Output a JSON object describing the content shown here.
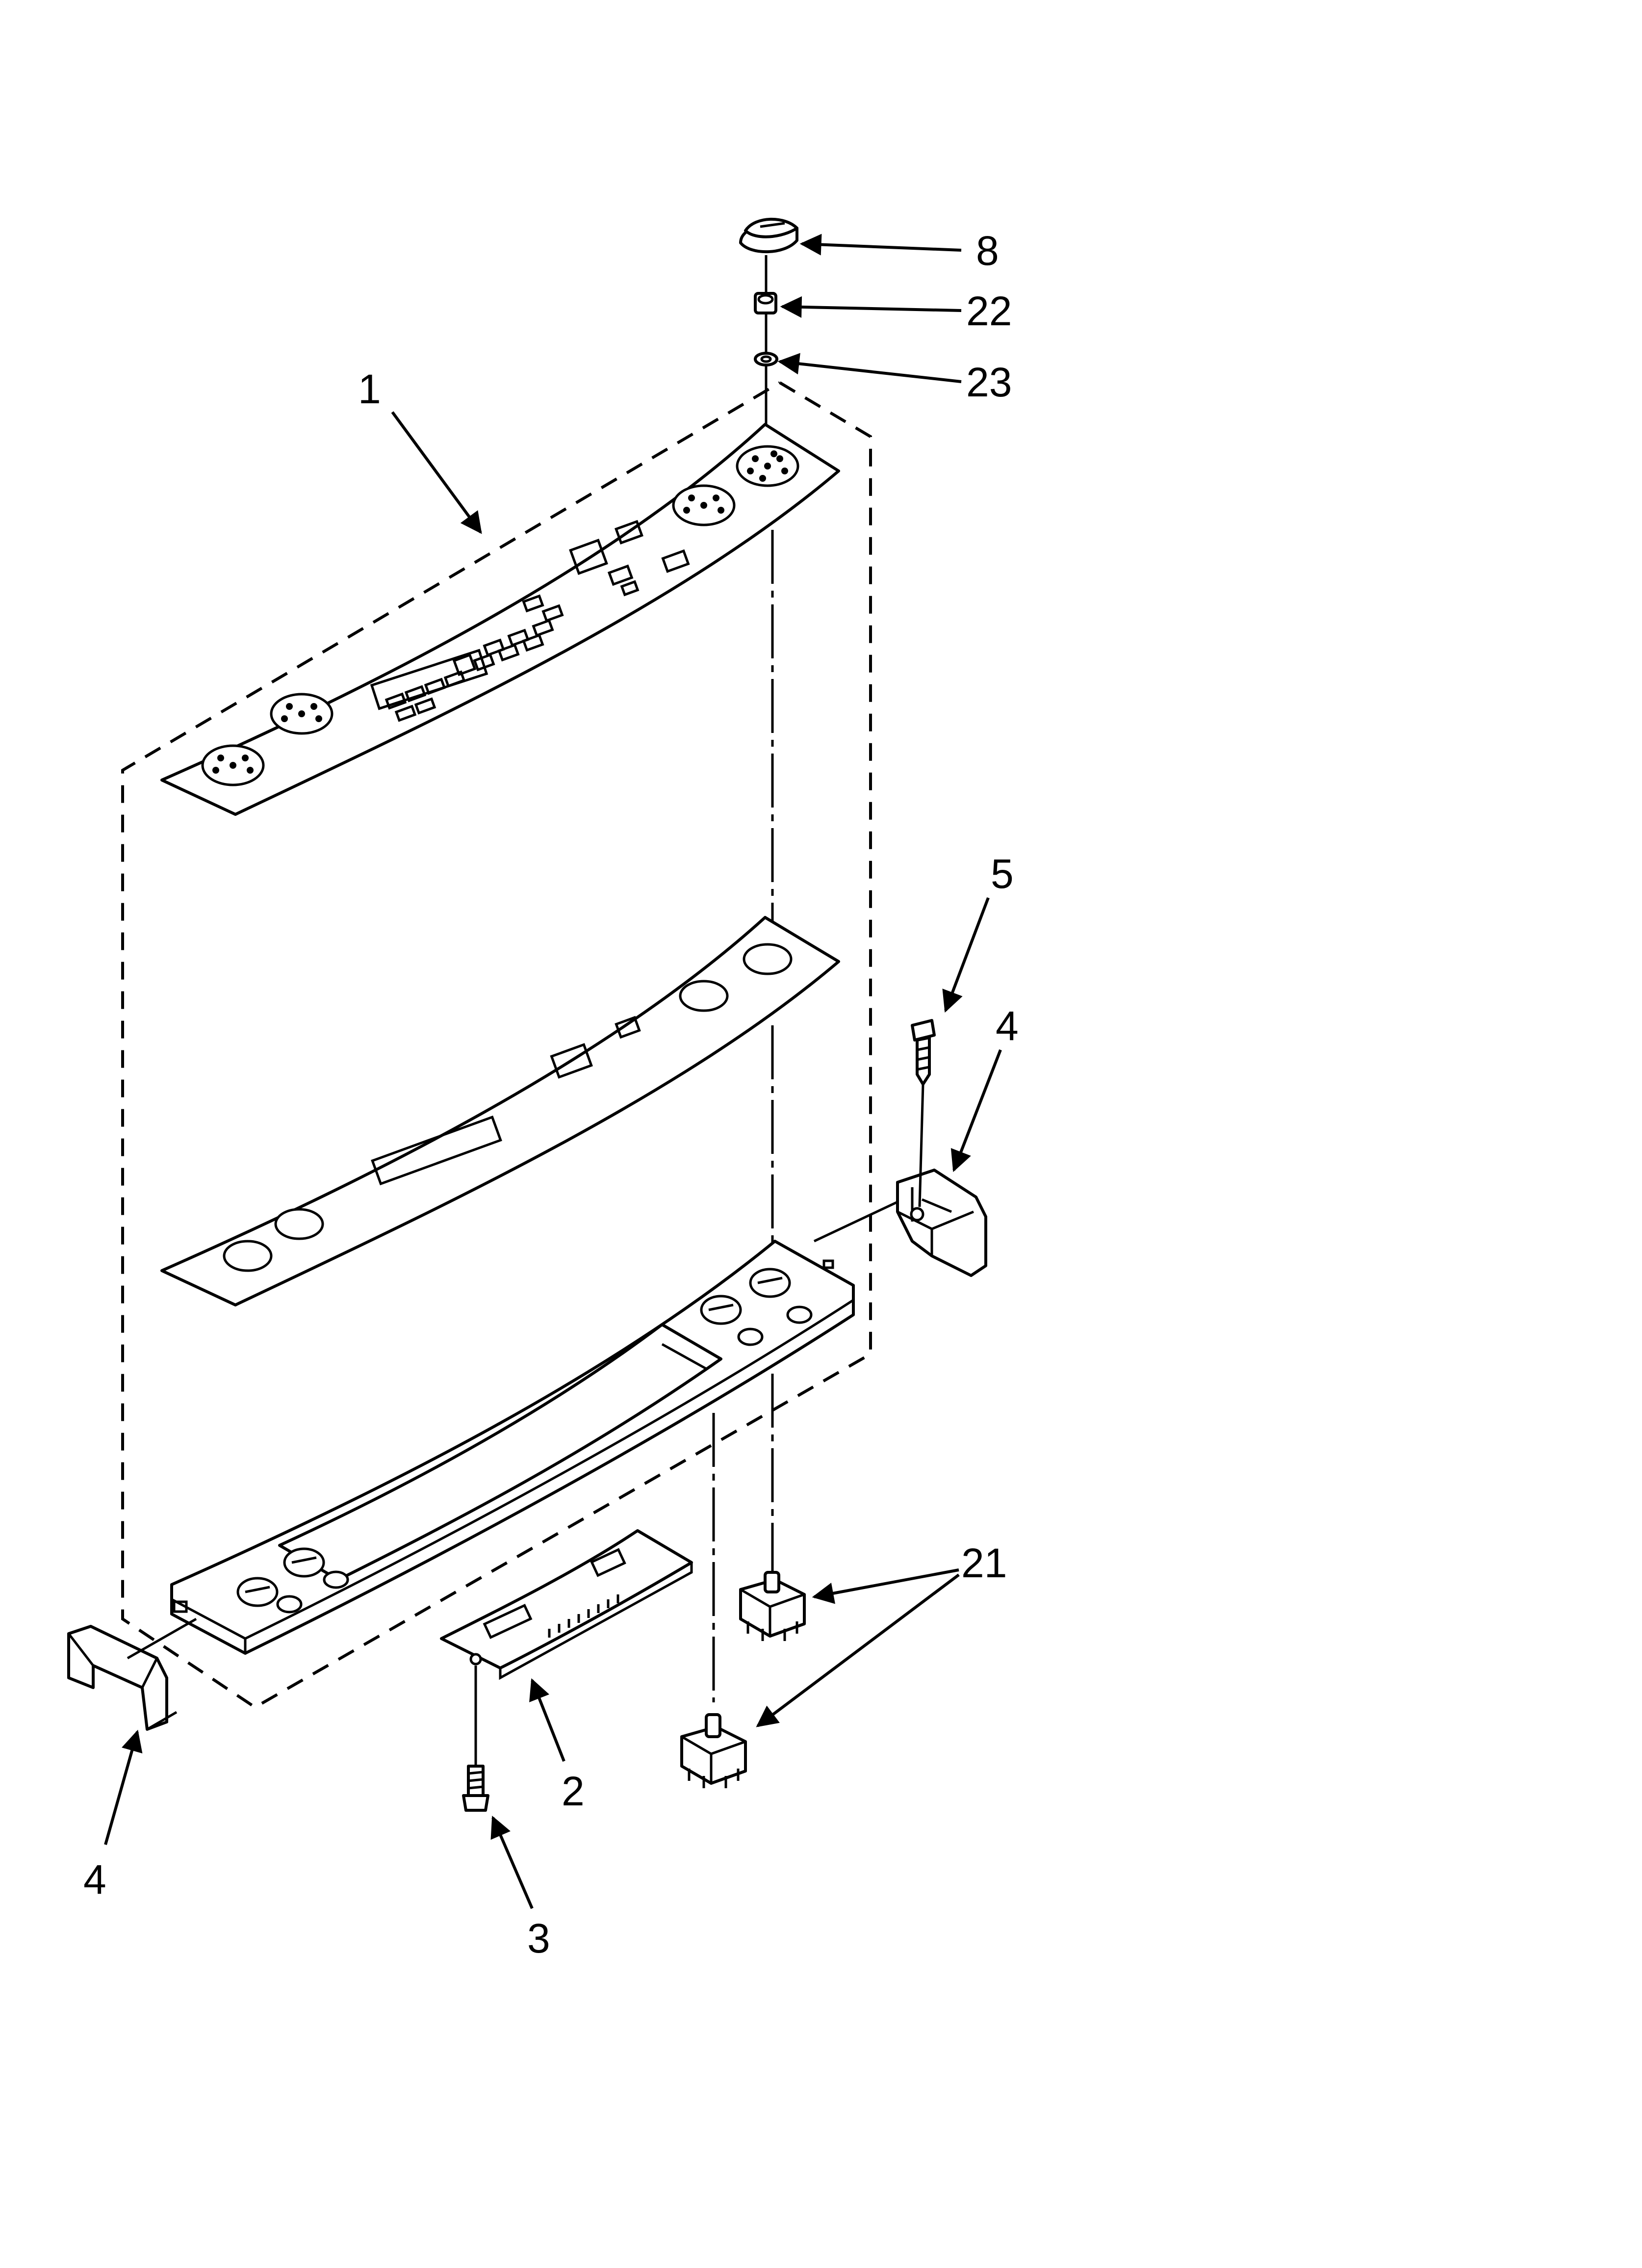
{
  "diagram": {
    "callouts": {
      "c8": "8",
      "c22": "22",
      "c23": "23",
      "c1": "1",
      "c5": "5",
      "c4_right": "4",
      "c21": "21",
      "c2": "2",
      "c4_left": "4",
      "c3": "3"
    },
    "colors": {
      "ink": "#000000",
      "paper": "#ffffff"
    }
  }
}
